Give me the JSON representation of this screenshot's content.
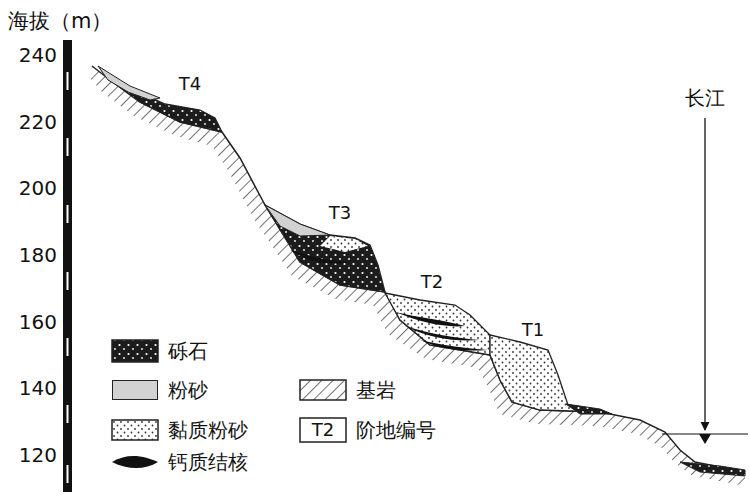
{
  "diagram": {
    "labels": [
      "海拔（m）",
      "240",
      "220",
      "200",
      "180",
      "160",
      "140",
      "120",
      "T4",
      "T3",
      "T2",
      "T1",
      "长江",
      "T2"
    ],
    "legend": [
      {
        "text": "砾石"
      },
      {
        "text": "粉砂",
        "color": "#d2d2d2"
      },
      {
        "text": "基岩"
      },
      {
        "text": "黏质粉砂"
      },
      {
        "text": "阶地编号"
      },
      {
        "text": "钙质结核"
      }
    ]
  }
}
